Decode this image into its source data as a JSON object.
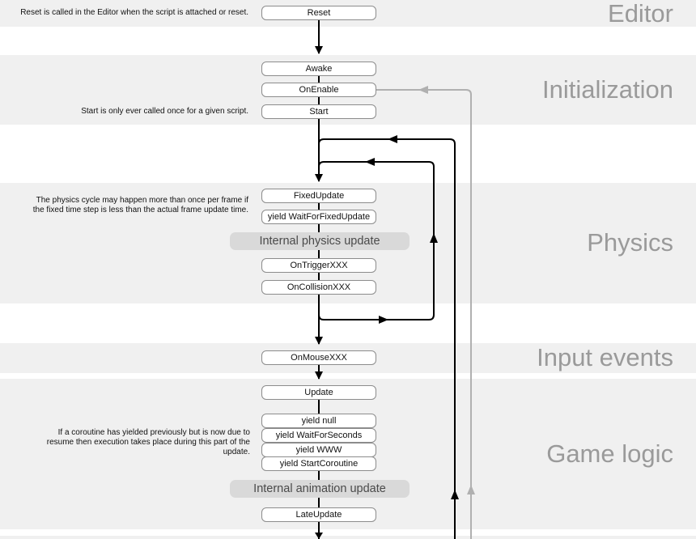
{
  "sections": {
    "editor": "Editor",
    "initialization": "Initialization",
    "physics": "Physics",
    "input_events": "Input events",
    "game_logic": "Game logic"
  },
  "nodes": {
    "reset": "Reset",
    "awake": "Awake",
    "on_enable": "OnEnable",
    "start": "Start",
    "fixed_update": "FixedUpdate",
    "yield_wait_for_fixed_update": "yield WaitForFixedUpdate",
    "on_trigger": "OnTriggerXXX",
    "on_collision": "OnCollisionXXX",
    "on_mouse": "OnMouseXXX",
    "update": "Update",
    "yield_null": "yield null",
    "yield_wait_for_seconds": "yield WaitForSeconds",
    "yield_www": "yield WWW",
    "yield_start_coroutine": "yield StartCoroutine",
    "late_update": "LateUpdate"
  },
  "internal_steps": {
    "physics_update": "Internal physics update",
    "animation_update": "Internal animation update"
  },
  "notes": {
    "reset": "Reset is called in the Editor when the script is attached or reset.",
    "start": "Start is only ever called once for a given script.",
    "physics_line1": "The physics cycle may happen more than once per frame if",
    "physics_line2": "the fixed time step is less than the actual frame update time.",
    "coroutine_line1": "If a coroutine has yielded previously but is now due to",
    "coroutine_line2": "resume then execution takes place during this part of the",
    "coroutine_line3": "update."
  }
}
